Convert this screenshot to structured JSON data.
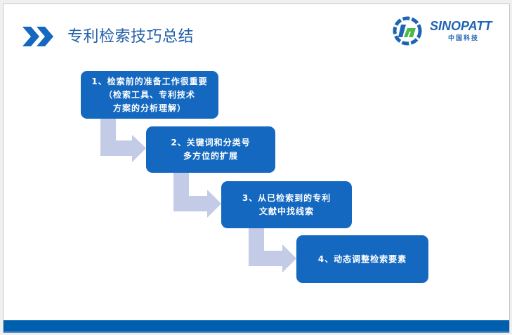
{
  "header": {
    "title": "专利检索技巧总结",
    "logo_text": "SINOPATT",
    "logo_subtitle": "中国科技"
  },
  "steps": [
    {
      "lines": [
        "1、检索前的准备工作很重要",
        "（检索工具、专利技术",
        "方案的分析理解）"
      ]
    },
    {
      "lines": [
        "2、关键词和分类号",
        "多方位的扩展"
      ]
    },
    {
      "lines": [
        "3、从已检索到的专利",
        "文献中找线索"
      ]
    },
    {
      "lines": [
        "4、动态调整检索要素"
      ]
    }
  ],
  "colors": {
    "accent": "#1468c0",
    "arrow": "#c3cbe6",
    "footer": "#0060ad"
  }
}
